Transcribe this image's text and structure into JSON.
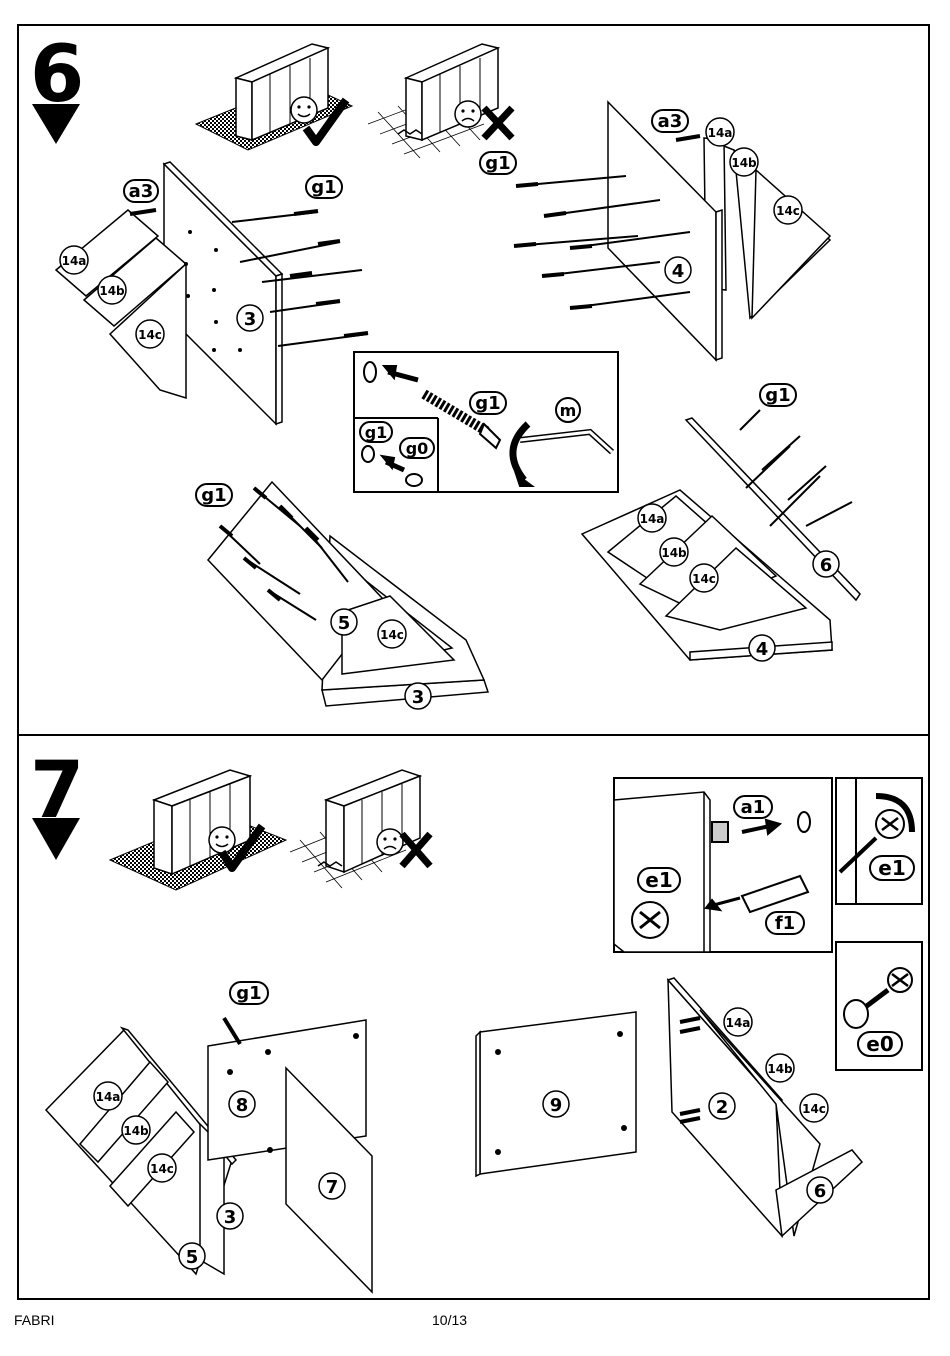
{
  "steps": [
    {
      "number": "6"
    },
    {
      "number": "7"
    }
  ],
  "labels": {
    "a3": "a3",
    "a1": "a1",
    "g1": "g1",
    "g0": "g0",
    "m": "m",
    "e1": "e1",
    "e0": "e0",
    "f1": "f1",
    "p14a": "14a",
    "p14b": "14b",
    "p14c": "14c",
    "p2": "2",
    "p3": "3",
    "p4": "4",
    "p5": "5",
    "p6": "6",
    "p7": "7",
    "p8": "8",
    "p9": "9"
  },
  "footer": {
    "brand": "FABRI",
    "page": "10/13"
  }
}
